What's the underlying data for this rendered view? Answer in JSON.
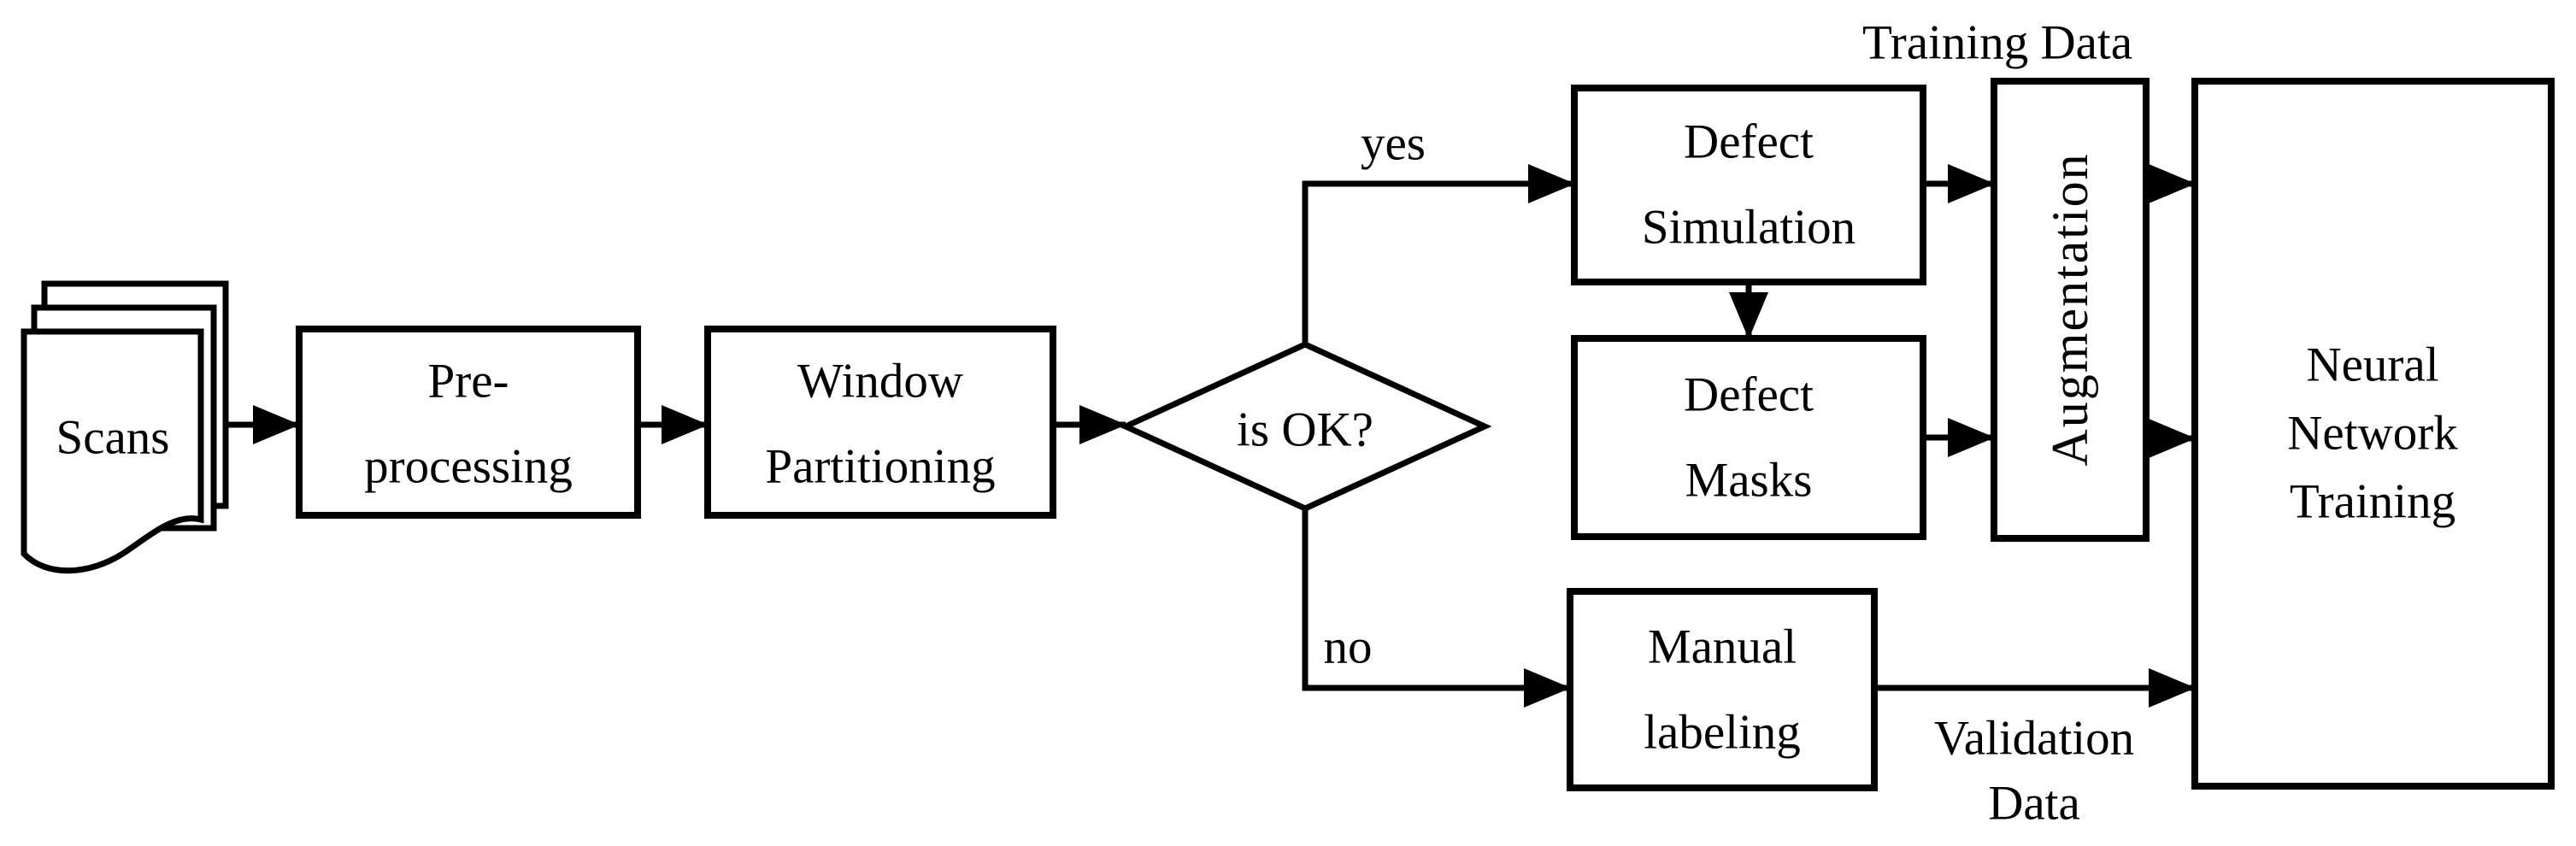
{
  "nodes": {
    "scans": {
      "label": "Scans"
    },
    "preprocessing": {
      "lines": [
        "Pre-",
        "processing"
      ]
    },
    "window_partitioning": {
      "lines": [
        "Window",
        "Partitioning"
      ]
    },
    "decision": {
      "label": "is OK?"
    },
    "defect_simulation": {
      "lines": [
        "Defect",
        "Simulation"
      ]
    },
    "defect_masks": {
      "lines": [
        "Defect",
        "Masks"
      ]
    },
    "augmentation": {
      "label": "Augmentation"
    },
    "manual_labeling": {
      "lines": [
        "Manual",
        "labeling"
      ]
    },
    "neural_network_training": {
      "lines": [
        "Neural",
        "Network",
        "Training"
      ]
    }
  },
  "edge_labels": {
    "yes": "yes",
    "no": "no"
  },
  "annotations": {
    "training_data": "Training Data",
    "validation_data_lines": [
      "Validation",
      "Data"
    ]
  },
  "colors": {
    "stroke": "#000000",
    "background": "#ffffff",
    "box_fill": "#ffffff"
  }
}
